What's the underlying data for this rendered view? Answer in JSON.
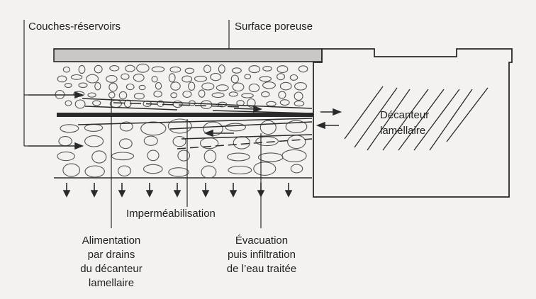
{
  "labels": {
    "couches_reservoirs": "Couches-réservoirs",
    "surface_poreuse": "Surface poreuse",
    "decanteur_line1": "Décanteur",
    "decanteur_line2": "lamellaire",
    "impermeabilisation": "Imperméabilisation",
    "alimentation_line1": "Alimentation",
    "alimentation_line2": "par drains",
    "alimentation_line3": "du décanteur",
    "alimentation_line4": "lamellaire",
    "evacuation_line1": "Évacuation",
    "evacuation_line2": "puis infiltration",
    "evacuation_line3": "de l’eau traitée"
  },
  "colors": {
    "ink": "#2a2a2a",
    "background": "#f3f2f0",
    "porous_surface": "#c9c8c6"
  }
}
